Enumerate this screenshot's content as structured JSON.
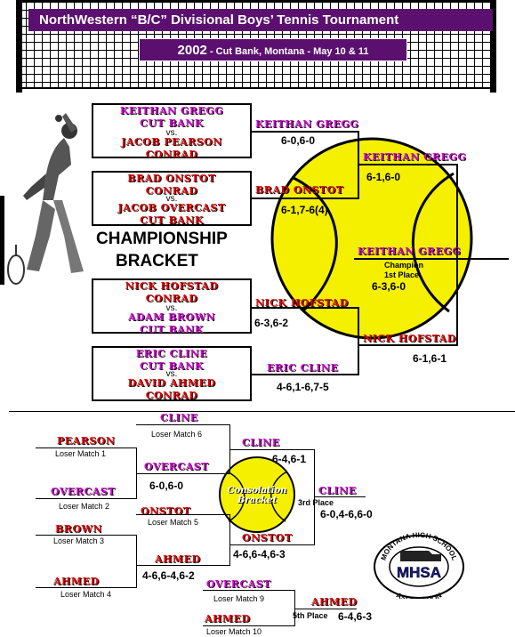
{
  "header": {
    "title": "NorthWestern “B/C” Divisional Boys’ Tennis Tournament",
    "year": "2002",
    "location": " - Cut Bank, Montana - May 10 & 11"
  },
  "championship": {
    "title_line1": "CHAMPIONSHIP",
    "title_line2": "BRACKET",
    "matches": [
      {
        "p1": "KEITHAN GREGG",
        "t1": "CUT BANK",
        "vs": "vs.",
        "p2": "JACOB PEARSON",
        "t2": "CONRAD"
      },
      {
        "p1": "BRAD ONSTOT",
        "t1": "CONRAD",
        "vs": "vs.",
        "p2": "JACOB OVERCAST",
        "t2": "CUT BANK"
      },
      {
        "p1": "NICK HOFSTAD",
        "t1": "CONRAD",
        "vs": "vs.",
        "p2": "ADAM BROWN",
        "t2": "CUT BANK"
      },
      {
        "p1": "ERIC CLINE",
        "t1": "CUT BANK",
        "vs": "vs.",
        "p2": "DAVID AHMED",
        "t2": "CONRAD"
      }
    ],
    "round2": [
      {
        "name": "KEITHAN GREGG",
        "score": "6-0,6-0"
      },
      {
        "name": "BRAD ONSTOT",
        "score": "6-1,7-6(4)"
      },
      {
        "name": "NICK HOFSTAD",
        "score": "6-3,6-2"
      },
      {
        "name": "ERIC CLINE",
        "score": "4-6,1-6,7-5"
      }
    ],
    "semis": [
      {
        "name": "KEITHAN GREGG",
        "score": "6-1,6-0"
      },
      {
        "name": "NICK HOFSTAD",
        "score": "6-1,6-1"
      }
    ],
    "champion": {
      "name": "KEITHAN GREGG",
      "label1": "Champion",
      "label2": "1st Place",
      "score": "6-3,6-0"
    }
  },
  "consolation": {
    "ball_text1": "Consolation",
    "ball_text2": "Bracket",
    "first_round": [
      {
        "name": "PEARSON",
        "label": "Loser Match 1"
      },
      {
        "name": "OVERCAST",
        "label": "Loser Match 2"
      },
      {
        "name": "BROWN",
        "label": "Loser Match 3"
      },
      {
        "name": "AHMED",
        "label": "Loser Match 4"
      }
    ],
    "drop_ins": [
      {
        "name": "CLINE",
        "label": "Loser Match 6"
      },
      {
        "name": "ONSTOT",
        "label": "Loser Match 5"
      }
    ],
    "round2": [
      {
        "name": "OVERCAST",
        "score": "6-0,6-0"
      },
      {
        "name": "AHMED",
        "score": "4-6,6-4,6-2"
      }
    ],
    "semis": [
      {
        "name": "CLINE",
        "score": "6-4,6-1"
      },
      {
        "name": "ONSTOT",
        "score": "4-6,6-4,6-3"
      }
    ],
    "third": {
      "name": "CLINE",
      "label": "3rd Place",
      "score": "6-0,4-6,6-0"
    },
    "fifth_match": [
      {
        "name": "OVERCAST",
        "label": "Loser Match 9"
      },
      {
        "name": "AHMED",
        "label": "Loser Match 10"
      }
    ],
    "fifth": {
      "name": "AHMED",
      "label": "5th Place",
      "score": "6-4,6-3"
    }
  },
  "logo": {
    "top_text": "MONTANA HIGH SCHOOL",
    "center_text": "MHSA",
    "bottom_text": "ASSOCIATION"
  },
  "colors": {
    "banner": "#5b1070",
    "magenta_name": "#cc00cc",
    "red_name": "#e00000",
    "ball": "#f5f000"
  }
}
